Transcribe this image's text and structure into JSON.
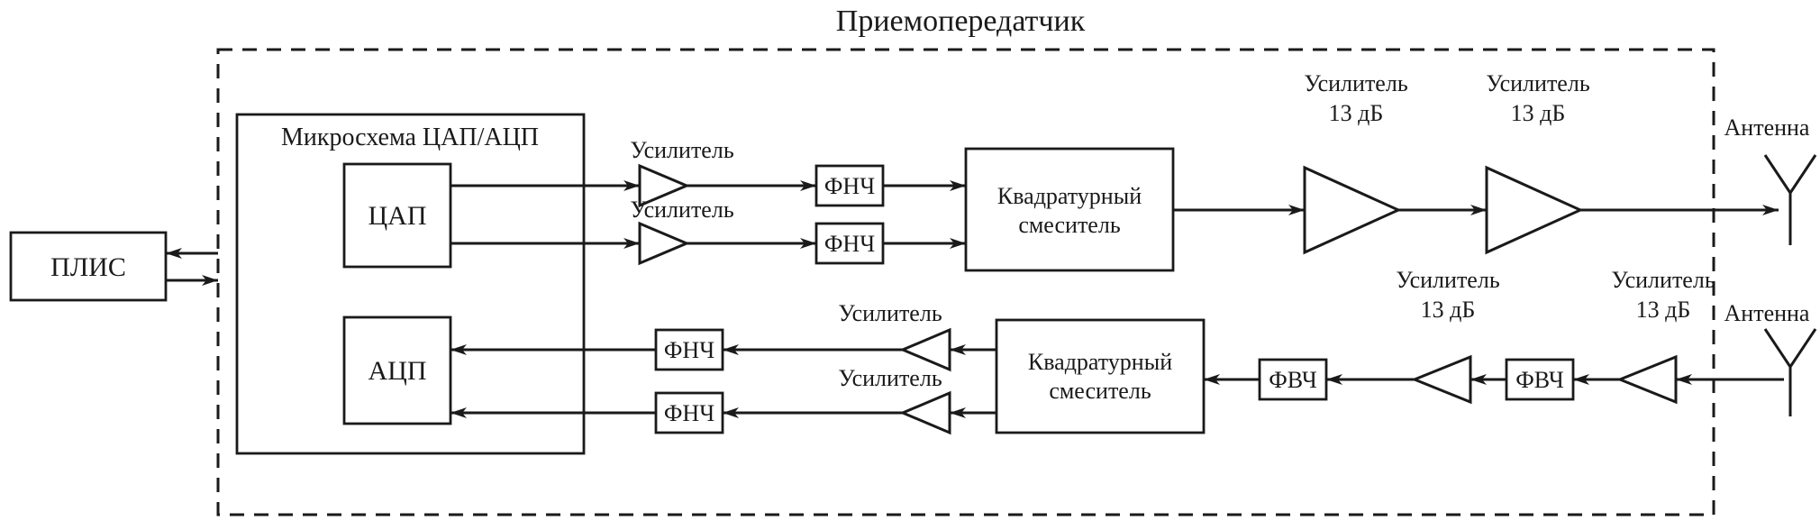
{
  "title": "Приемопередатчик",
  "fpga": {
    "label": "ПЛИС"
  },
  "chip": {
    "label": "Микросхема ЦАП/АЦП",
    "dac": "ЦАП",
    "adc": "АЦП"
  },
  "tx": {
    "amp_top": "Усилитель",
    "amp_bottom": "Усилитель",
    "lpf_top": "ФНЧ",
    "lpf_bottom": "ФНЧ",
    "mixer_line1": "Квадратурный",
    "mixer_line2": "смеситель",
    "amp13_1_line1": "Усилитель",
    "amp13_1_line2": "13 дБ",
    "amp13_2_line1": "Усилитель",
    "amp13_2_line2": "13 дБ",
    "antenna": "Антенна"
  },
  "rx": {
    "antenna": "Антенна",
    "amp13_1_line1": "Усилитель",
    "amp13_1_line2": "13 дБ",
    "hpf_1": "ФВЧ",
    "amp13_2_line1": "Усилитель",
    "amp13_2_line2": "13 дБ",
    "hpf_2": "ФВЧ",
    "mixer_line1": "Квадратурный",
    "mixer_line2": "смеситель",
    "amp_top": "Усилитель",
    "amp_bottom": "Усилитель",
    "lpf_top": "ФНЧ",
    "lpf_bottom": "ФНЧ"
  },
  "colors": {
    "stroke": "#1a1a1a",
    "background": "#ffffff"
  }
}
